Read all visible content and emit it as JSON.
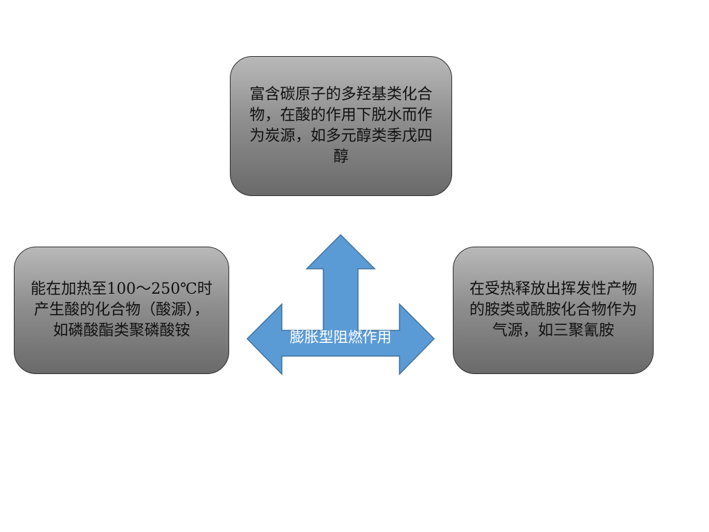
{
  "center": {
    "label": "膨胀型阻燃作用",
    "fill": "#5b9bd5",
    "stroke": "#41719c"
  },
  "boxes": {
    "top": {
      "text": "富含碳原子的多羟基类化合物，在酸的作用下脱水而作为炭源，如多元醇类季戊四醇"
    },
    "left": {
      "text": "能在加热至100～250℃时产生酸的化合物（酸源），如磷酸酯类聚磷酸铵"
    },
    "right": {
      "text": "在受热释放出挥发性产物的胺类或酰胺化合物作为气源，如三聚氰胺"
    }
  }
}
